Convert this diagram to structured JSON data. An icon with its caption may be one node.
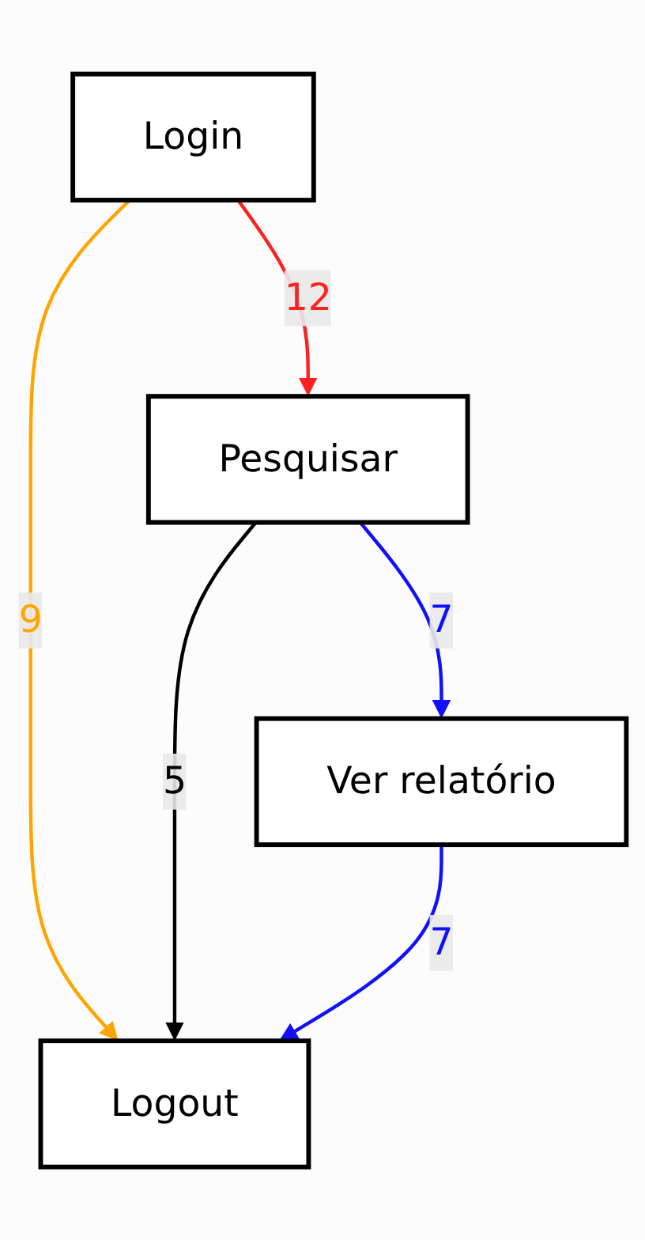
{
  "diagram": {
    "nodes": [
      {
        "text": [
          "Login"
        ]
      },
      {
        "text": [
          "Pesquisar"
        ]
      },
      {
        "text": [
          "Ver relatório"
        ]
      },
      {
        "text": [
          "Logout"
        ]
      }
    ],
    "edges": [
      {
        "from": 0,
        "to": 1,
        "arrow": "to",
        "label": "12",
        "color": "#ff2020"
      },
      {
        "from": 0,
        "to": 3,
        "arrow": "to",
        "label": "9",
        "color": "#ffa500"
      },
      {
        "from": 1,
        "to": 3,
        "arrow": "to",
        "label": "5",
        "color": "#000000"
      },
      {
        "from": 1,
        "to": 2,
        "arrow": "to",
        "label": "7",
        "color": "#1010ff"
      },
      {
        "from": 2,
        "to": 3,
        "arrow": "to",
        "label": "7",
        "color": "#1010ff"
      }
    ]
  }
}
